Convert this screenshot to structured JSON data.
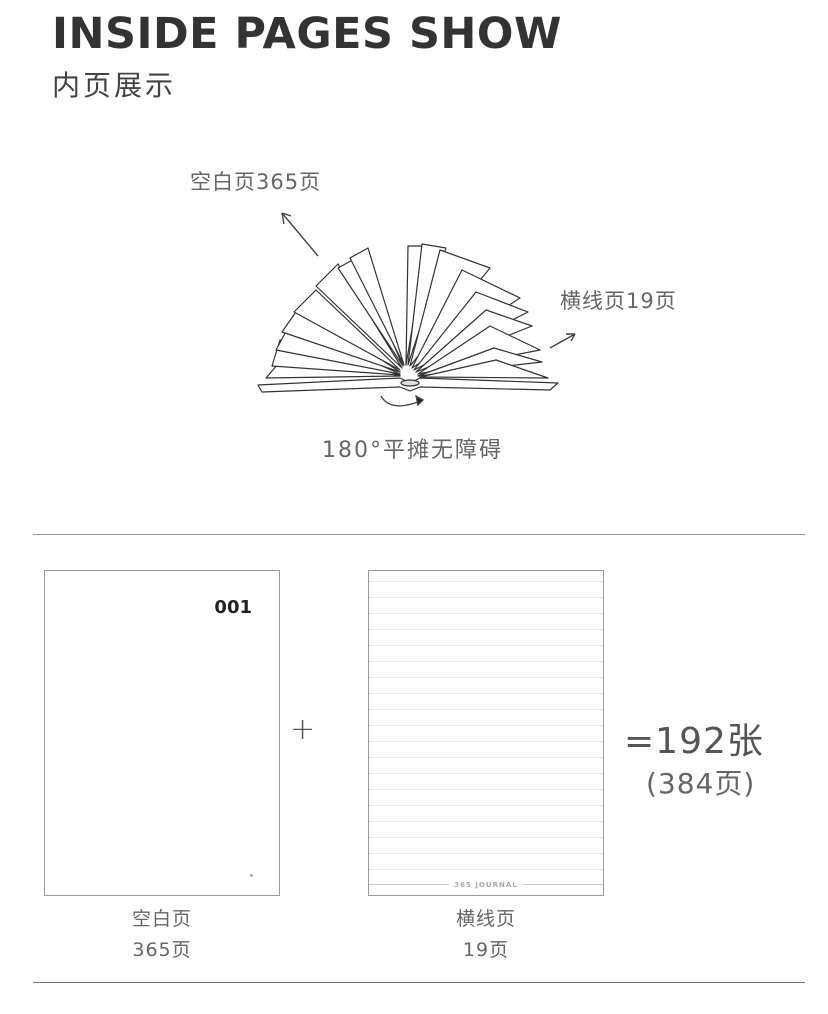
{
  "header": {
    "title_en": "INSIDE PAGES SHOW",
    "title_cn": "内页展示"
  },
  "illustration": {
    "label_blank": "空白页365页",
    "label_lined": "横线页19页",
    "label_flat": "180°平摊无障碍",
    "icons": [
      "open-book-icon",
      "arrow-up-left-icon",
      "arrow-up-right-icon",
      "curved-arrow-icon"
    ]
  },
  "pages": {
    "blank": {
      "page_number": "001",
      "caption_name": "空白页",
      "caption_count": "365页"
    },
    "lined": {
      "footer_text": "365 JOURNAL",
      "caption_name": "横线页",
      "caption_count": "19页"
    }
  },
  "summary": {
    "plus": "+",
    "total_sheets": "=192张",
    "total_pages": "(384页)"
  },
  "colors": {
    "text_dark": "#333333",
    "text_gray": "#666666",
    "divider": "#999999",
    "background": "#ffffff"
  }
}
